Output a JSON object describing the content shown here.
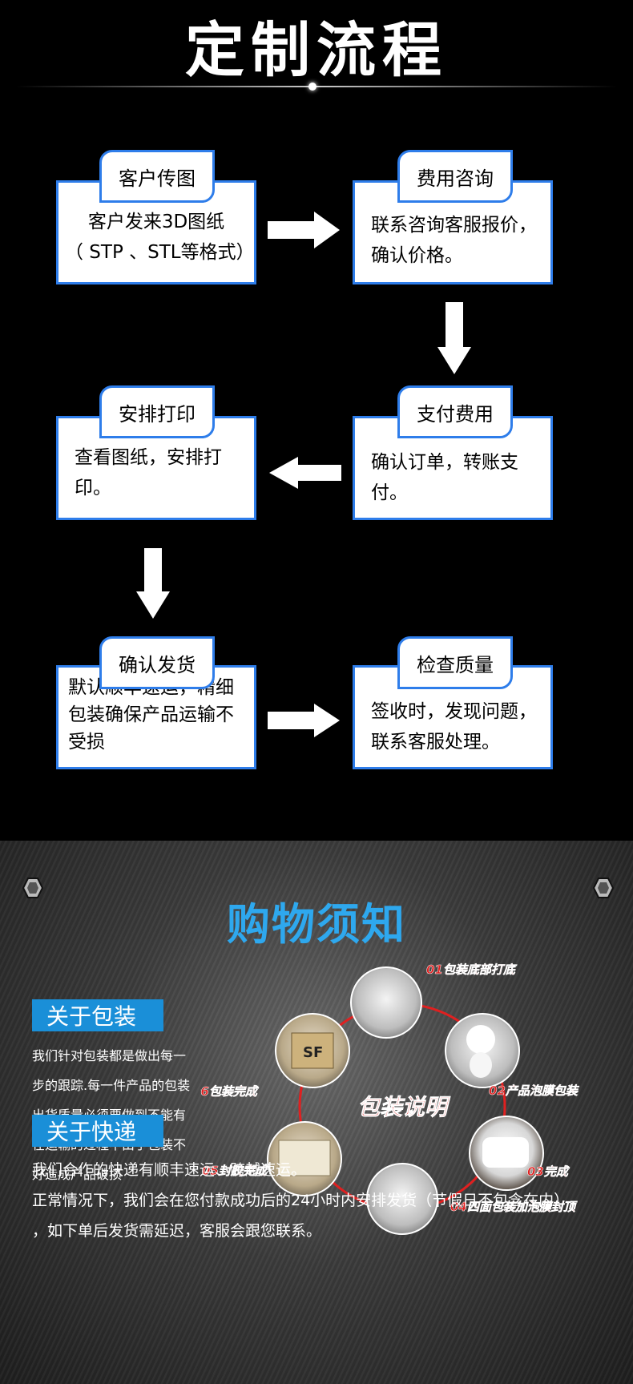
{
  "process": {
    "title": "定制流程",
    "steps": [
      {
        "tab": "客户传图",
        "lines": [
          "客户发来3D图纸",
          "（ STP 、STL等格式）"
        ]
      },
      {
        "tab": "费用咨询",
        "lines": [
          "联系咨询客服报价，",
          "确认价格。"
        ]
      },
      {
        "tab": "支付费用",
        "lines": [
          "确认订单，转账支",
          "付。"
        ]
      },
      {
        "tab": "安排打印",
        "lines": [
          "查看图纸，安排打",
          "印。"
        ]
      },
      {
        "tab": "确认发货",
        "lines": [
          "默认顺丰速运，精细",
          "包装确保产品运输不",
          "受损"
        ]
      },
      {
        "tab": "检查质量",
        "lines": [
          "签收时，发现问题，",
          "联系客服处理。"
        ]
      }
    ]
  },
  "notice": {
    "title": "购物须知",
    "packaging": {
      "label": "关于包装",
      "lines": [
        "我们针对包装都是做出每一",
        "步的跟踪.每一件产品的包装",
        "出货质量必须要做到不能有",
        "在运输的过程中由于包装不",
        "好造成产品破损"
      ]
    },
    "diagram": {
      "center": "包装说明",
      "steps": [
        "01包装底部打底",
        "02产品泡膜包装",
        "03完成",
        "04四面包装加泡膜封顶",
        "05封胶完成",
        "06包装完成"
      ]
    },
    "express": {
      "label": "关于快递",
      "lines": [
        "我们合作的快递有顺丰速运、跨越速运。",
        "正常情况下，我们会在您付款成功后的24小时内安排发货（节假日不包含在内）",
        "，如下单后发货需延迟，客服会跟您联系。"
      ]
    }
  },
  "colors": {
    "accent": "#2e7dea",
    "notice_title": "#2ea8ee",
    "banner": "#1a8fd8",
    "diagram_red": "#e02020"
  }
}
